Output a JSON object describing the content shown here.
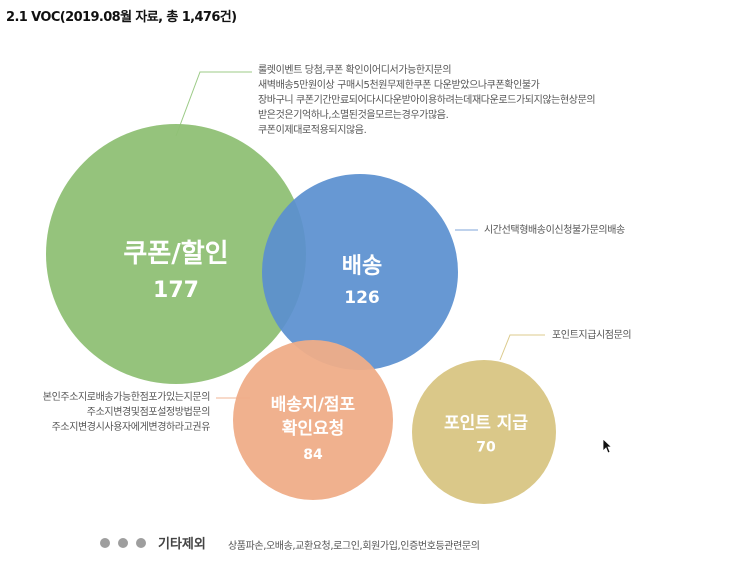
{
  "header": {
    "title": "2.1 VOC(2019.08월 자료, 총 1,476건)"
  },
  "bubbles": [
    {
      "name": "쿠폰/할인",
      "count": "177",
      "color": "#8fc075"
    },
    {
      "name": "배송",
      "count": "126",
      "color": "#5a8fcf"
    },
    {
      "name": "배송지/점포\n확인요청",
      "count": "84",
      "color": "#efad88"
    },
    {
      "name": "포인트 지급",
      "count": "70",
      "color": "#d8c583"
    }
  ],
  "notes": {
    "coupon": [
      "룰렛이벤트 당첨,쿠폰 확인이어디서가능한지문의",
      "새벽배송5만원이상 구매시5천원무제한쿠폰 다운받았으나쿠폰확인불가",
      "장바구니 쿠폰기간만료되어다시다운받아이용하려는데재다운로드가되지않는현상문의",
      "받은것은기억하나,소멸된것을모르는경우가많음.",
      "쿠폰이제대로적용되지않음."
    ],
    "delivery": [
      "시간선택형배송이신청불가문의배송"
    ],
    "point": [
      "포인트지급시점문의"
    ],
    "address": [
      "본인주소지로배송가능한점포가있는지문의",
      "주소지변경및점포설정방법문의",
      "주소지변경시사용자에게변경하라고권유"
    ]
  },
  "footer": {
    "label": "기타제외",
    "description": "상품파손,오배송,교환요청,로그인,회원가입,인증번호등관련문의"
  }
}
